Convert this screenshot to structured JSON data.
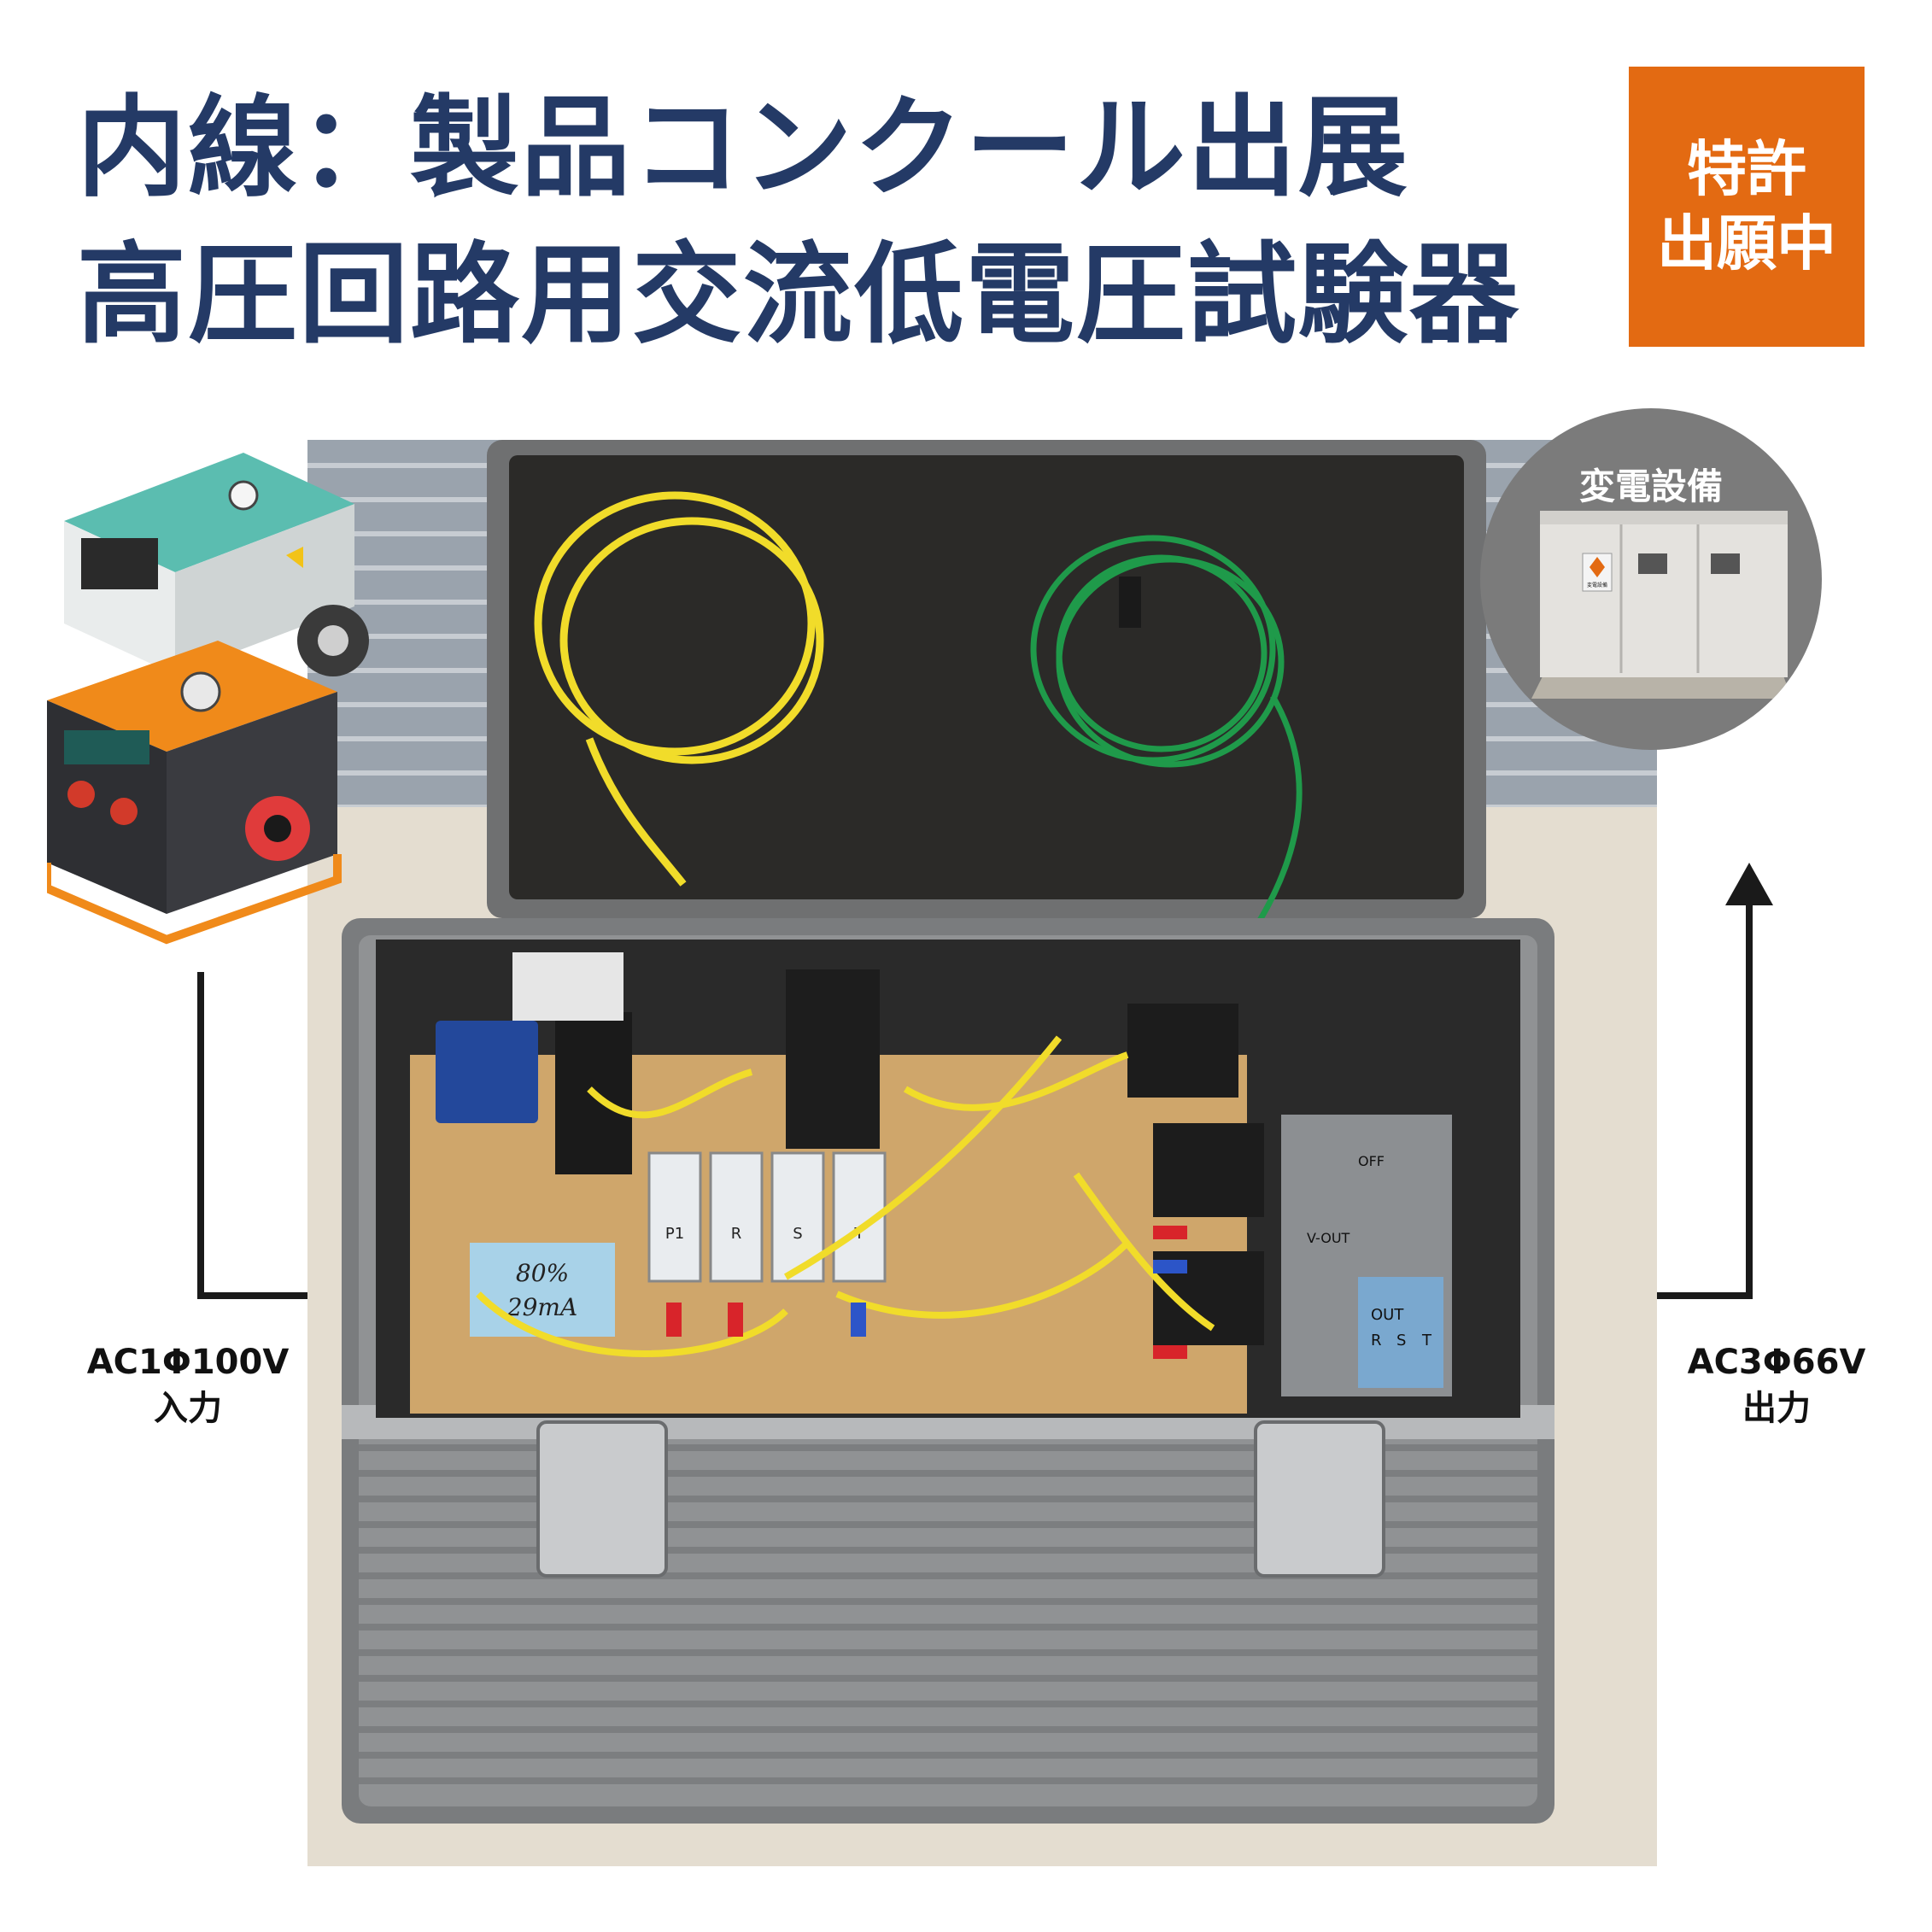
{
  "header": {
    "title_line1": "内線：製品コンクール出展",
    "title_line2": "高圧回路用交流低電圧試験器"
  },
  "badge": {
    "line1": "特許",
    "line2": "出願中"
  },
  "substation": {
    "label": "変電設備",
    "sign_text": "変電設備"
  },
  "device": {
    "breaker_labels": [
      "P1",
      "R",
      "S",
      "T"
    ],
    "handwritten_note_line1": "80%",
    "handwritten_note_line2": "29mA",
    "panel_labels": [
      "V-OUT",
      "OUT",
      "R",
      "S",
      "T",
      "OFF"
    ]
  },
  "input": {
    "spec": "AC1Φ100V",
    "caption": "入力"
  },
  "output": {
    "spec": "AC3Φ66V",
    "caption": "出力"
  },
  "colors": {
    "title": "#243a66",
    "badge": "#e36a12",
    "substation_bg": "#7b7b7b",
    "arrow": "#1a1a1a",
    "wire_yellow": "#f1dc2a",
    "wire_green": "#1f9a4a"
  }
}
